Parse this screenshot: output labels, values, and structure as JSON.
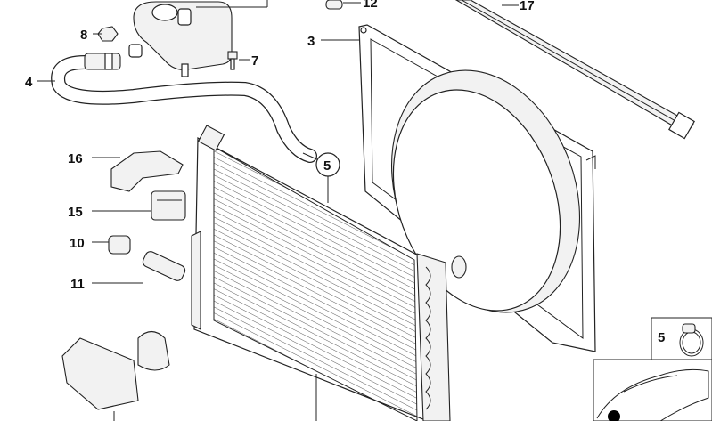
{
  "diagram": {
    "callouts": [
      {
        "id": "label-8",
        "text": "8"
      },
      {
        "id": "label-7",
        "text": "7"
      },
      {
        "id": "label-4",
        "text": "4"
      },
      {
        "id": "label-12",
        "text": "12"
      },
      {
        "id": "label-17",
        "text": "17"
      },
      {
        "id": "label-3",
        "text": "3"
      },
      {
        "id": "label-5-circled",
        "text": "5"
      },
      {
        "id": "label-16",
        "text": "16"
      },
      {
        "id": "label-15",
        "text": "15"
      },
      {
        "id": "label-10",
        "text": "10"
      },
      {
        "id": "label-11",
        "text": "11"
      },
      {
        "id": "label-5-box",
        "text": "5"
      }
    ],
    "parts": [
      "expansion-tank",
      "hose",
      "radiator",
      "fan-shroud",
      "seal-strip",
      "hose-clamp",
      "bracket",
      "rubber-mount",
      "switch",
      "sensor",
      "vehicle-locator"
    ]
  }
}
